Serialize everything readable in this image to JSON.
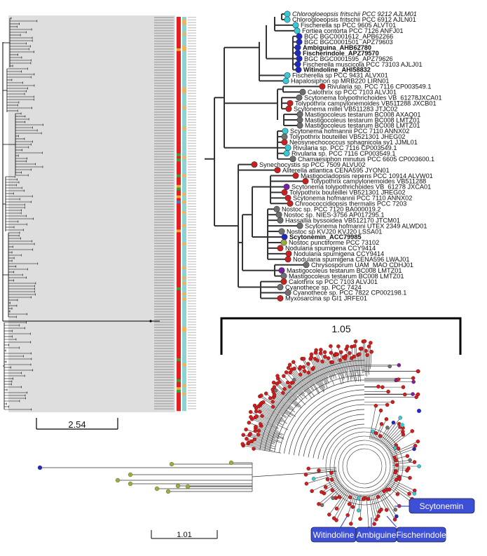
{
  "panel_a": {
    "scale_label": "2.54"
  },
  "panel_b": {
    "taxa": [
      {
        "label": "Chlorogloeopsis fritschii PCC 9212 AJLM01",
        "style": "italic",
        "color": "#36c9d6"
      },
      {
        "label": "Chlorogloeopsis fritschii PCC 6912 AJLN01",
        "style": "normal",
        "color": "#36c9d6"
      },
      {
        "label": "Fischerella sp PCC 9605 ALVT01",
        "style": "normal",
        "color": "#36c9d6"
      },
      {
        "label": "Fortiea contorta PCC 7126 ANFJ01",
        "style": "normal",
        "color": "#36c9d6"
      },
      {
        "label": "BGC BGC0001612_APB62266",
        "style": "normal",
        "color": "#1f2bc0"
      },
      {
        "label": "BGC BGC0001501_APZ79603",
        "style": "normal",
        "color": "#1f2bc0"
      },
      {
        "label": "Ambiguina_AHB62780",
        "style": "bold",
        "color": "#1f2bc0"
      },
      {
        "label": "Fischerindole_APZ79570",
        "style": "bold",
        "color": "#1f2bc0"
      },
      {
        "label": "BGC BGC0001595_APZ79626",
        "style": "normal",
        "color": "#1f2bc0"
      },
      {
        "label": "Fischerella muscicola PCC 73103 AJLJ01",
        "style": "normal",
        "color": "#1f2bc0"
      },
      {
        "label": "Witindoline_AHI58832",
        "style": "bold",
        "color": "#1f2bc0"
      },
      {
        "label": "Fischerella sp PCC 9431 ALVX01",
        "style": "normal",
        "color": "#36c9d6"
      },
      {
        "label": "Hapalosiphon sp MRB220 LIRN01",
        "style": "normal",
        "color": "#36c9d6"
      },
      {
        "label": "Rivularia sp. PCC 7116 CP003549.1",
        "style": "normal",
        "color": "#cc1f1f"
      },
      {
        "label": "Calothrix sp PCC 7103 ALVJ01",
        "style": "normal",
        "color": "#707070"
      },
      {
        "label": "Scytonema tolypothrichoides VB_61278JXCA01",
        "style": "normal",
        "color": "#707070"
      },
      {
        "label": "Tolypothrix campylonemoides VB511288 JXCB01",
        "style": "normal",
        "color": "#cc1f1f"
      },
      {
        "label": "Scytonema millei VB511283 JTJC02",
        "style": "normal",
        "color": "#cc1f1f"
      },
      {
        "label": "Mastigocoleus testarum BC008 AXAQ01",
        "style": "normal",
        "color": "#707070"
      },
      {
        "label": "Mastigocoleus testarum BC008 LMTZ01",
        "style": "normal",
        "color": "#707070"
      },
      {
        "label": "Mastigocoleus testarum BC008 LMTZ01",
        "style": "normal",
        "color": "#707070"
      },
      {
        "label": "Scytonema hofmannii PCC 7110 ANNX02",
        "style": "normal",
        "color": "#36c9d6"
      },
      {
        "label": "Tolypothrix bouteillei VB521301 JHEG02",
        "style": "normal",
        "color": "#707070"
      },
      {
        "label": "Neosynechococcus sphagnicola sy1 JJML01",
        "style": "normal",
        "color": "#cc1f1f"
      },
      {
        "label": "Rivularia sp. PCC 7116 CP003549.1",
        "style": "normal",
        "color": "#36c9d6"
      },
      {
        "label": "Rivularia sp. PCC 7116 CP003549.1",
        "style": "normal",
        "color": "#36c9d6"
      },
      {
        "label": "Chamaesiphon minutus PCC 6605 CP003600.1",
        "style": "normal",
        "color": "#707070"
      },
      {
        "label": "Synechocystis sp PCC 7509 ALVU02",
        "style": "normal",
        "color": "#cc1f1f"
      },
      {
        "label": "Aliterella atlantica CENA595 JYON01",
        "style": "normal",
        "color": "#cc1f1f"
      },
      {
        "label": "Mastigocladopsis repens PCC 10914 ALVW01",
        "style": "normal",
        "color": "#cc1f1f"
      },
      {
        "label": "Tolypothrix campylonemoides VB511288",
        "style": "normal",
        "color": "#cc1f1f"
      },
      {
        "label": "Scytonema tolypothrichoides VB_61278 JXCA01",
        "style": "normal",
        "color": "#7b1fa2"
      },
      {
        "label": "Tolypothrix bouteillei VB521301 JHEG02",
        "style": "normal",
        "color": "#cc1f1f"
      },
      {
        "label": "Scytonema hofmannii PCC 7110 ANNX02",
        "style": "normal",
        "color": "#cc1f1f"
      },
      {
        "label": "Chroococcidiopsis thermalis PCC 7203",
        "style": "normal",
        "color": "#cc1f1f"
      },
      {
        "label": "Nostoc sp. PCC 7120 BA000019.2",
        "style": "normal",
        "color": "#707070"
      },
      {
        "label": "Nostoc sp. NIES-3756 AP017295.1",
        "style": "normal",
        "color": "#707070"
      },
      {
        "label": "Hassallia byssoidea VB512170 JTCM01",
        "style": "normal",
        "color": "#707070"
      },
      {
        "label": "Scytonema hofmanni UTEX 2349 ALWD01",
        "style": "normal",
        "color": "#707070"
      },
      {
        "label": "Nostoc sp KVJ20 KVJ20 LSSA01",
        "style": "normal",
        "color": "#707070"
      },
      {
        "label": "Scytonemin_ACC79985",
        "style": "bold",
        "color": "#1f2bc0"
      },
      {
        "label": "Nostoc punctiforme PCC 73102",
        "style": "normal",
        "color": "#9aad3a"
      },
      {
        "label": "Nodularia spumigena CCY9414",
        "style": "normal",
        "color": "#cc1f1f"
      },
      {
        "label": "Nodularia spumigena CCY9414",
        "style": "normal",
        "color": "#cc1f1f"
      },
      {
        "label": "Nodularia spumigena CENA596 LWAJ01",
        "style": "normal",
        "color": "#cc1f1f"
      },
      {
        "label": "Chrysosporum UAM_MAO CDHJ01",
        "style": "normal",
        "color": "#707070"
      },
      {
        "label": "Mastigocoleus testarum BC008 LMTZ01",
        "style": "normal",
        "color": "#7b1fa2"
      },
      {
        "label": "Mastigocoleus testarum BC008 LMTZ01",
        "style": "normal",
        "color": "#707070"
      },
      {
        "label": "Calothrix sp PCC 7103 ALVJ01",
        "style": "normal",
        "color": "#cc1f1f"
      },
      {
        "label": "Cyanothece sp. PCC 7424",
        "style": "normal",
        "color": "#707070"
      },
      {
        "label": "Cyanothece sp. PCC 7822 CP002198.1",
        "style": "normal",
        "color": "#707070"
      },
      {
        "label": "Myxosarcina sp GI1 JRFE01",
        "style": "normal",
        "color": "#cc1f1f"
      }
    ],
    "bracket_label": "1.05"
  },
  "panel_c": {
    "scale_label": "1.01",
    "tags": {
      "scytonemin": "Scytonemin",
      "witindoline": "Witindoline",
      "ambiguine": "Ambiguine",
      "fischerindole": "Fischerindole"
    },
    "tag_color": "#3d4fd6"
  },
  "colors": {
    "red": "#cc1f1f",
    "grey": "#707070",
    "cyan": "#36c9d6",
    "blue": "#1f2bc0",
    "purple": "#7b1fa2",
    "olive": "#9aad3a"
  }
}
